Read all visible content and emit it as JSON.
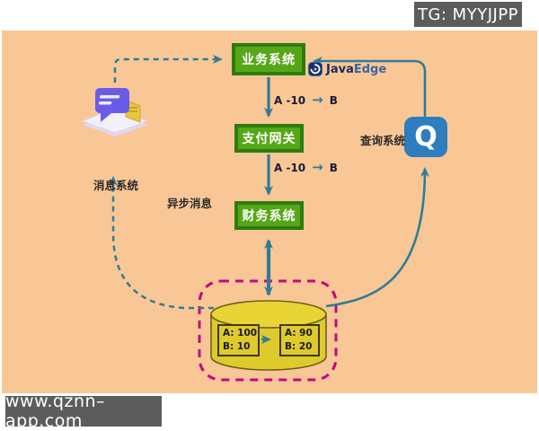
{
  "overlays": {
    "top_right_badge": "TG: MYYJJPP",
    "bottom_left_badge": "www.qznn–app.com"
  },
  "diagram": {
    "brand": {
      "java": "Java",
      "edge": "Edge"
    },
    "nodes": {
      "business_system": "业务系统",
      "payment_gateway": "支付网关",
      "finance_system": "财务系统",
      "message_system": "消息系统",
      "query_system": "查询系统",
      "query_letter": "Q"
    },
    "edge_labels": {
      "transfer_from": "A -10",
      "transfer_to": "B",
      "transfer_arrow": "→",
      "async_message": "异步消息"
    },
    "database": {
      "before": {
        "row_a": "A:  100",
        "row_b": "B:  10"
      },
      "after": {
        "row_a": "A:  90",
        "row_b": "B:  20"
      }
    },
    "colors": {
      "background": "#F9C795",
      "node_green": "#55A717",
      "node_green_border": "#2D7C10",
      "arrow_teal": "#2E7D96",
      "dashed_magenta": "#C1087F",
      "cylinder_yellow": "#DFCA2D",
      "query_blue": "#2E7DBE",
      "badge_gray": "#5C5C5C"
    }
  }
}
